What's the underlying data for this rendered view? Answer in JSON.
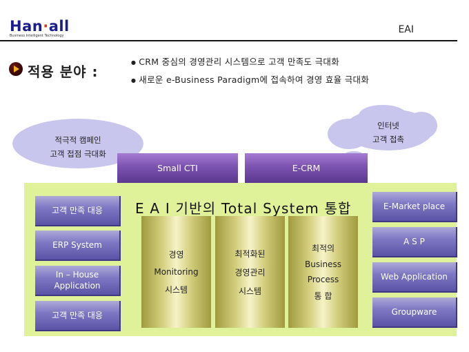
{
  "header": {
    "logo_main_left": "Han",
    "logo_dot": "·",
    "logo_main_right": "all",
    "logo_sub": "Business Intelligent Technology",
    "section": "EAI"
  },
  "application": {
    "title": "적용 분야 :",
    "items": [
      "CRM 중심의 경영관리 시스템으로 고객 만족도 극대화",
      "새로운  e-Business Paradigm에 접속하여 경영 효율 극대화"
    ]
  },
  "clouds": {
    "left": [
      "적극적 캠페인",
      "고객 접점 극대화"
    ],
    "right": [
      "인터넷",
      "고객 접촉"
    ]
  },
  "tabs": [
    "Small CTI",
    "E-CRM"
  ],
  "headline": "E A I 기반의 Total System 통합",
  "left_boxes": [
    [
      "고객 만족 대응"
    ],
    [
      "ERP System"
    ],
    [
      "In – House",
      "Application"
    ],
    [
      "고객 만족 대응"
    ]
  ],
  "right_boxes": [
    "E-Market place",
    "A S P",
    "Web Application",
    "Groupware"
  ],
  "columns": [
    [
      "경영",
      "Monitoring",
      "시스템"
    ],
    [
      "최적화된",
      "경영관리",
      "시스템"
    ],
    [
      "최적의",
      "Business",
      "Process",
      "통 합"
    ]
  ],
  "colors": {
    "panel": "#dff29a",
    "tab": "#7b53b0",
    "side_box": "#7f79c4",
    "cloud": "#c9c6ee",
    "column": "#d4cf7e",
    "logo": "#1a1e8c"
  }
}
